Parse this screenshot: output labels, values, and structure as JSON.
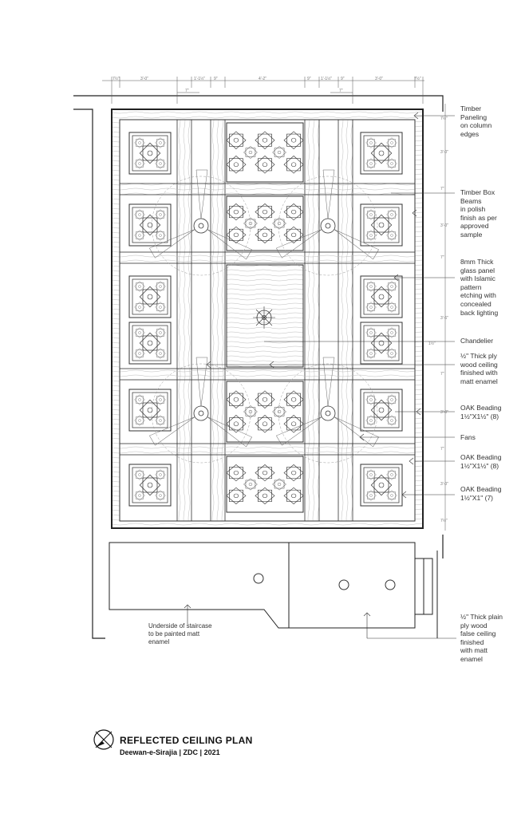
{
  "dimensions_top": [
    "7½\"",
    "3'-0\"",
    "1'-1½\"",
    "9\"",
    "4'-2\"",
    "9\"",
    "1'-1½\"",
    "9\"",
    "3'-0\"",
    "7½\""
  ],
  "dimensions_top_sub": [
    "7\"",
    "7\""
  ],
  "dimensions_right": [
    "7½\"",
    "3'-0\"",
    "7\"",
    "3'-0\"",
    "7\"",
    "3'-6\"",
    "1½\"",
    "7\"",
    "3'-0\"",
    "7\"",
    "3'-0\"",
    "7½\""
  ],
  "notes": [
    {
      "id": "timber-paneling",
      "text": "Timber\nPaneling\non column\nedges"
    },
    {
      "id": "timber-beams",
      "text": "Timber Box\nBeams\nin polish\nfinish as per\napproved\nsample"
    },
    {
      "id": "glass-panel",
      "text": "8mm Thick\nglass panel\nwith Islamic\npattern\netching with\nconcealed\nback lighting"
    },
    {
      "id": "chandelier",
      "text": "Chandelier"
    },
    {
      "id": "ply-ceiling",
      "text": "½\" Thick ply\nwood ceiling\nfinished with\nmatt enamel"
    },
    {
      "id": "oak-beading-1",
      "text": "OAK Beading\n1½\"X1½\" (8)"
    },
    {
      "id": "fans",
      "text": "Fans"
    },
    {
      "id": "oak-beading-2",
      "text": "OAK Beading\n1½\"X1½\" (8)"
    },
    {
      "id": "oak-beading-3",
      "text": "OAK Beading\n1½\"X1\" (7)"
    },
    {
      "id": "plain-ply",
      "text": "½\" Thick plain\nply wood\nfalse ceiling\nfinished\nwith matt\nenamel"
    }
  ],
  "staircase_note": "Underside of staircase\nto be painted matt\nenamel",
  "title": {
    "main": "REFLECTED CEILING PLAN",
    "sub": "Deewan-e-Sirajia | ZDC | 2021"
  },
  "icons": {
    "north": "north-arrow-icon",
    "chandelier": "chandelier-icon",
    "fan": "fan-icon",
    "pattern": "islamic-star-pattern-icon"
  }
}
